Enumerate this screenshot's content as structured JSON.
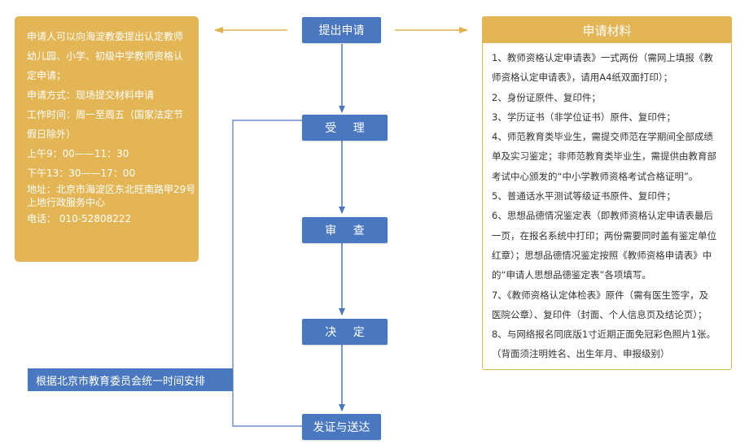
{
  "steps": {
    "apply": "提出申请",
    "accept": "受 理",
    "review": "审 查",
    "decide": "决 定",
    "issue": "发证与送达"
  },
  "left_info": {
    "lines": [
      "申请人可以向海淀教委提出认定教师",
      "幼儿园、小学、初级中学教师资格认",
      "定申请；",
      "申请方式：现场提交材料申请",
      "工作时间：周一至周五（国家法定节",
      "假日除外）",
      "上午9：00——11：30",
      "下午13：30——17：00",
      "地址：北京市海淀区东北旺南路甲29号",
      "上地行政服务中心",
      "电话： 010-52808222"
    ]
  },
  "materials": {
    "title": "申请材料",
    "lines": [
      "1、教师资格认定申请表》一式两份（需网上填报《教",
      "师资格认定申请表》，请用A4纸双面打印）；",
      "2、身份证原件、复印件；",
      "3、学历证书（非学位证书）原件、复印件；",
      "4、师范教育类毕业生，需提交师范在学期间全部成绩",
      "单及实习鉴定；非师范教育类毕业生，需提供由教育部",
      "考试中心颁发的“中小学教师资格考试合格证明”。",
      "5、普通话水平测试等级证书原件、复印件；",
      "6、思想品德情况鉴定表（即教师资格认定申请表最后",
      "一页，在报名系统中打印；两份需要同时盖有鉴定单位",
      "红章）；思想品德情况鉴定按照《教师资格申请表》中",
      "的“申请人思想品德鉴定表”各项填写。",
      "7、《教师资格认定体检表》原件（需有医生签字，及",
      "医院公章）、复印件（封面、个人信息页及结论页）；",
      "8、与网络报名同底版1寸近期正面免冠彩色照片1张。",
      "（背面须注明姓名、出生年月、申报级别）"
    ]
  },
  "side_note": "根据北京市教育委员会统一时间安排",
  "colors": {
    "blue": "#4a78c0",
    "gold": "#e3b554",
    "arrow_gold": "#e6b04a"
  }
}
